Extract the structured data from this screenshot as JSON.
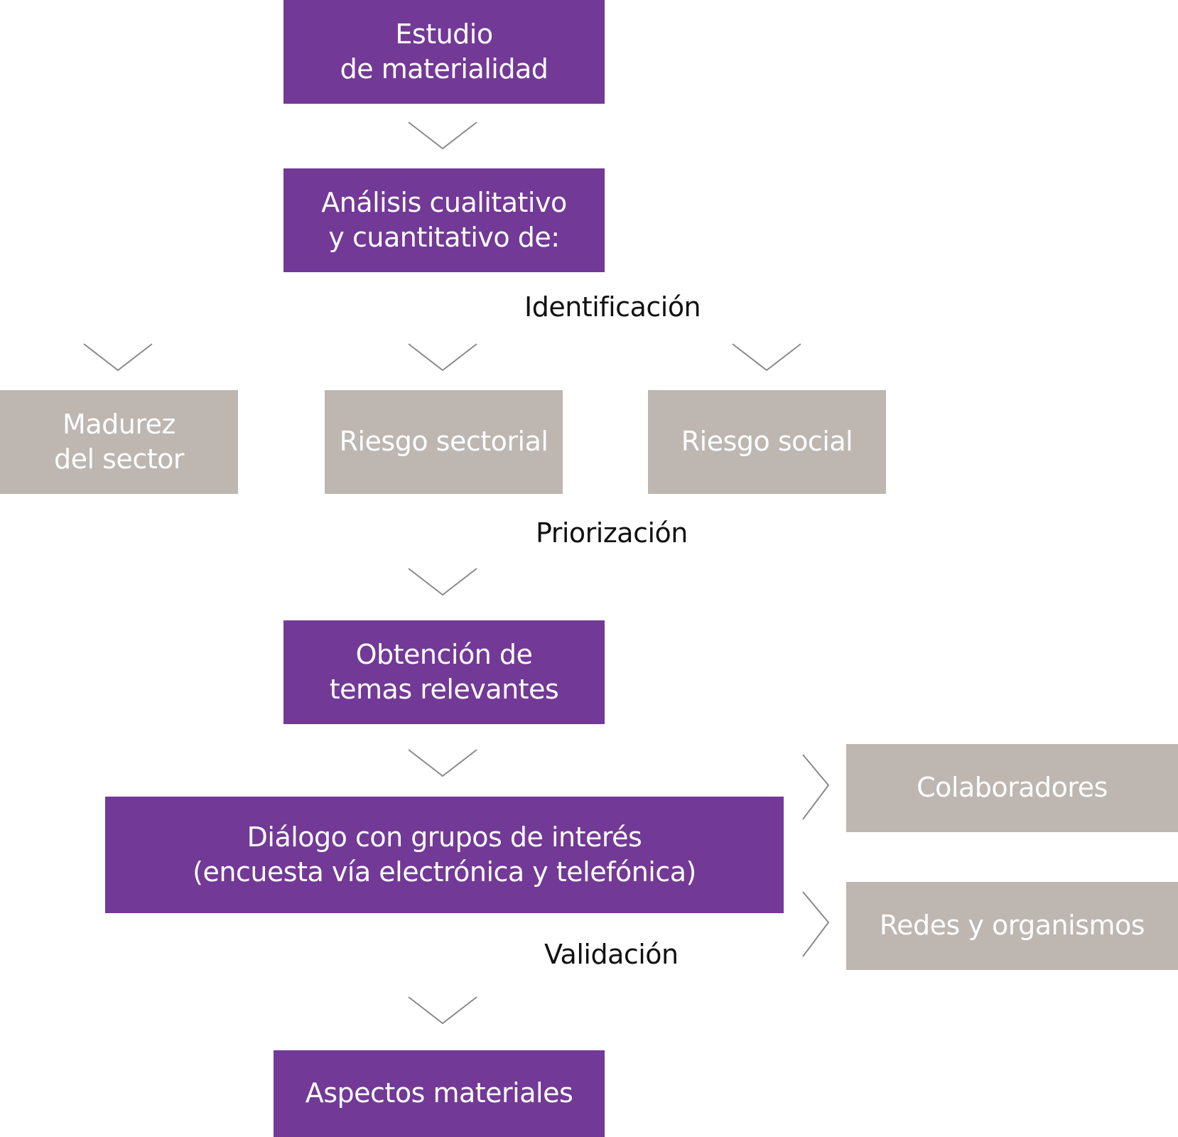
{
  "colors": {
    "primary": "#723996",
    "secondary": "#bdb6b1",
    "connector": "#8a8a8a"
  },
  "nodes": {
    "estudio": {
      "line1": "Estudio",
      "line2": "de materialidad"
    },
    "analisis": {
      "line1": "Análisis cualitativo",
      "line2": "y cuantitativo de:"
    },
    "madurez": {
      "line1": "Madurez",
      "line2": "del sector"
    },
    "riesgo_sectorial": {
      "text": "Riesgo sectorial"
    },
    "riesgo_social": {
      "text": "Riesgo social"
    },
    "obtencion": {
      "line1": "Obtención de",
      "line2": "temas relevantes"
    },
    "dialogo": {
      "line1": "Diálogo con grupos de interés",
      "line2": "(encuesta vía electrónica y telefónica)"
    },
    "colaboradores": {
      "text": "Colaboradores"
    },
    "redes": {
      "text": "Redes y organismos"
    },
    "aspectos": {
      "text": "Aspectos materiales"
    }
  },
  "stage_labels": {
    "identificacion": "Identificación",
    "priorizacion": "Priorización",
    "validacion": "Validación"
  },
  "connectors": [
    {
      "from": "estudio",
      "to": "analisis",
      "icon": "chevron-down-icon"
    },
    {
      "from": "analisis",
      "to": "madurez",
      "icon": "chevron-down-icon"
    },
    {
      "from": "analisis",
      "to": "riesgo_sectorial",
      "icon": "chevron-down-icon"
    },
    {
      "from": "analisis",
      "to": "riesgo_social",
      "icon": "chevron-down-icon"
    },
    {
      "from": "riesgo_sectorial",
      "to": "obtencion",
      "icon": "chevron-down-icon"
    },
    {
      "from": "obtencion",
      "to": "dialogo",
      "icon": "chevron-down-icon"
    },
    {
      "from": "dialogo",
      "to": "colaboradores",
      "icon": "chevron-right-icon"
    },
    {
      "from": "dialogo",
      "to": "redes",
      "icon": "chevron-right-icon"
    },
    {
      "from": "dialogo",
      "to": "aspectos",
      "icon": "chevron-down-icon"
    }
  ]
}
